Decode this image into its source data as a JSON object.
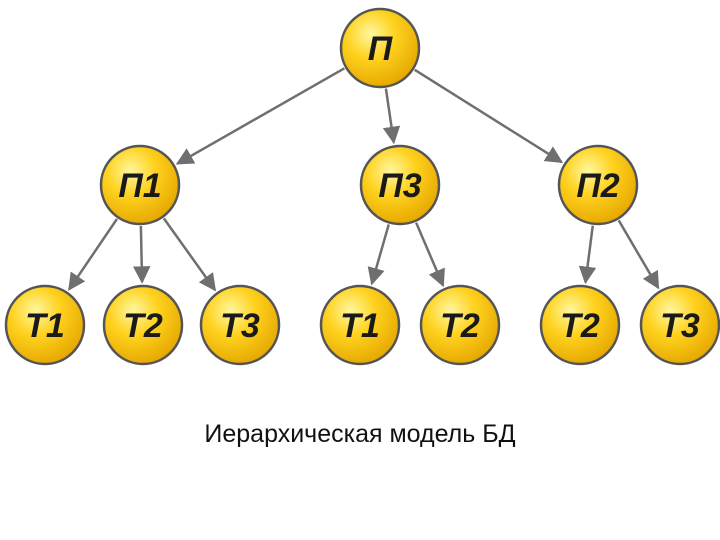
{
  "diagram": {
    "colors": {
      "node_fill_light": "#fff7a0",
      "node_fill_mid": "#ffd21f",
      "node_fill_dark": "#e6a800",
      "node_outline": "#555555",
      "edge": "#6f6f6f",
      "label": "#1a1a1a"
    },
    "nodes": [
      {
        "id": "root",
        "label": "П"
      },
      {
        "id": "p1",
        "label": "П1"
      },
      {
        "id": "p3",
        "label": "П3"
      },
      {
        "id": "p2",
        "label": "П2"
      },
      {
        "id": "p1-t1",
        "label": "Т1"
      },
      {
        "id": "p1-t2",
        "label": "Т2"
      },
      {
        "id": "p1-t3",
        "label": "Т3"
      },
      {
        "id": "p3-t1",
        "label": "Т1"
      },
      {
        "id": "p3-t2",
        "label": "Т2"
      },
      {
        "id": "p2-t2",
        "label": "Т2"
      },
      {
        "id": "p2-t3",
        "label": "Т3"
      }
    ],
    "edges": [
      {
        "from": "root",
        "to": "p1"
      },
      {
        "from": "root",
        "to": "p3"
      },
      {
        "from": "root",
        "to": "p2"
      },
      {
        "from": "p1",
        "to": "p1-t1"
      },
      {
        "from": "p1",
        "to": "p1-t2"
      },
      {
        "from": "p1",
        "to": "p1-t3"
      },
      {
        "from": "p3",
        "to": "p3-t1"
      },
      {
        "from": "p3",
        "to": "p3-t2"
      },
      {
        "from": "p2",
        "to": "p2-t2"
      },
      {
        "from": "p2",
        "to": "p2-t3"
      }
    ]
  },
  "caption": "Иерархическая модель БД"
}
